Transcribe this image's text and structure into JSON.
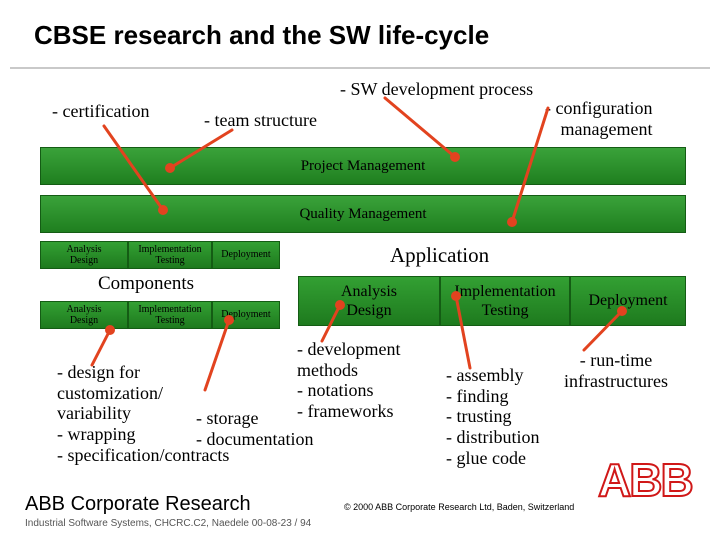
{
  "slide": {
    "title": "CBSE research and the SW life-cycle"
  },
  "labels": {
    "certification": "- certification",
    "team_structure": "- team structure",
    "sw_process": "- SW development process",
    "configuration": "- configuration\nmanagement"
  },
  "bars": {
    "project": "Project Management",
    "quality": "Quality Management"
  },
  "small_phases": {
    "analysis": "Analysis\nDesign",
    "implementation": "Implementation\nTesting",
    "deployment": "Deployment"
  },
  "components_label": "Components",
  "application_label": "Application",
  "app_phases": {
    "analysis": "Analysis\nDesign",
    "implementation": "Implementation\nTesting",
    "deployment": "Deployment"
  },
  "notes": {
    "design": "- design for\n  customization/\n  variability\n- wrapping\n- specification/contracts",
    "storage": "- storage\n- documentation",
    "development": "- development\n  methods\n- notations\n- frameworks",
    "assembly": "- assembly\n- finding\n- trusting\n- distribution\n- glue code",
    "runtime": "- run-time\ninfrastructures"
  },
  "footer": {
    "org": "ABB Corporate Research",
    "sub": "Industrial Software Systems, CHCRC.C2, Naedele 00-08-23 / 94",
    "copyright": "© 2000 ABB Corporate Research Ltd, Baden, Switzerland",
    "logo": "ABB"
  },
  "colors": {
    "arrow": "#e2431f",
    "bar_green": "#2e9a2e"
  }
}
